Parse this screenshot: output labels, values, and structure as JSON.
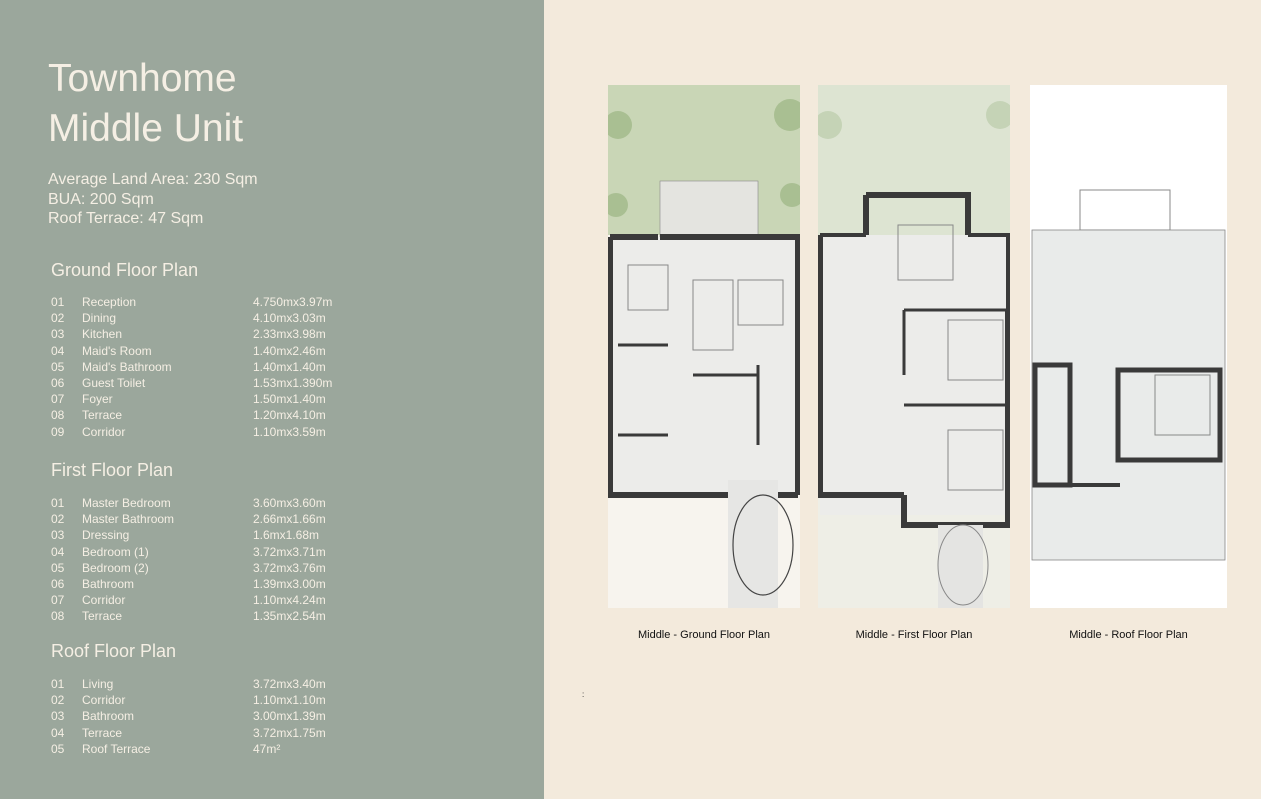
{
  "title": {
    "line1": "Townhome",
    "line2": "Middle Unit"
  },
  "summary": [
    "Average Land Area: 230 Sqm",
    "BUA: 200 Sqm",
    "Roof Terrace: 47 Sqm"
  ],
  "sections": [
    {
      "title": "Ground Floor Plan",
      "rooms": [
        {
          "num": "01",
          "name": "Reception",
          "dim": "4.750mx3.97m"
        },
        {
          "num": "02",
          "name": "Dining",
          "dim": "4.10mx3.03m"
        },
        {
          "num": "03",
          "name": "Kitchen",
          "dim": "2.33mx3.98m"
        },
        {
          "num": "04",
          "name": "Maid's Room",
          "dim": "1.40mx2.46m"
        },
        {
          "num": "05",
          "name": "Maid's Bathroom",
          "dim": "1.40mx1.40m"
        },
        {
          "num": "06",
          "name": "Guest Toilet",
          "dim": "1.53mx1.390m"
        },
        {
          "num": "07",
          "name": "Foyer",
          "dim": "1.50mx1.40m"
        },
        {
          "num": "08",
          "name": "Terrace",
          "dim": "1.20mx4.10m"
        },
        {
          "num": "09",
          "name": "Corridor",
          "dim": "1.10mx3.59m"
        }
      ]
    },
    {
      "title": "First Floor Plan",
      "rooms": [
        {
          "num": "01",
          "name": "Master Bedroom",
          "dim": "3.60mx3.60m"
        },
        {
          "num": "02",
          "name": "Master Bathroom",
          "dim": "2.66mx1.66m"
        },
        {
          "num": "03",
          "name": "Dressing",
          "dim": "1.6mx1.68m"
        },
        {
          "num": "04",
          "name": "Bedroom (1)",
          "dim": "3.72mx3.71m"
        },
        {
          "num": "05",
          "name": "Bedroom (2)",
          "dim": "3.72mx3.76m"
        },
        {
          "num": "06",
          "name": "Bathroom",
          "dim": "1.39mx3.00m"
        },
        {
          "num": "07",
          "name": "Corridor",
          "dim": "1.10mx4.24m"
        },
        {
          "num": "08",
          "name": "Terrace",
          "dim": "1.35mx2.54m"
        }
      ]
    },
    {
      "title": "Roof Floor Plan",
      "rooms": [
        {
          "num": "01",
          "name": "Living",
          "dim": "3.72mx3.40m"
        },
        {
          "num": "02",
          "name": "Corridor",
          "dim": "1.10mx1.10m"
        },
        {
          "num": "03",
          "name": "Bathroom",
          "dim": "3.00mx1.39m"
        },
        {
          "num": "04",
          "name": "Terrace",
          "dim": "3.72mx1.75m"
        },
        {
          "num": "05",
          "name": "Roof Terrace",
          "dim": "47m²"
        }
      ]
    }
  ],
  "plans": [
    {
      "caption": "Middle - Ground Floor Plan"
    },
    {
      "caption": "Middle - First Floor Plan"
    },
    {
      "caption": "Middle - Roof Floor Plan"
    }
  ],
  "colors": {
    "panel": "#9ba79c",
    "background": "#f3eadc",
    "wall": "#3a3a3a",
    "garden": "#c9d6b6"
  }
}
